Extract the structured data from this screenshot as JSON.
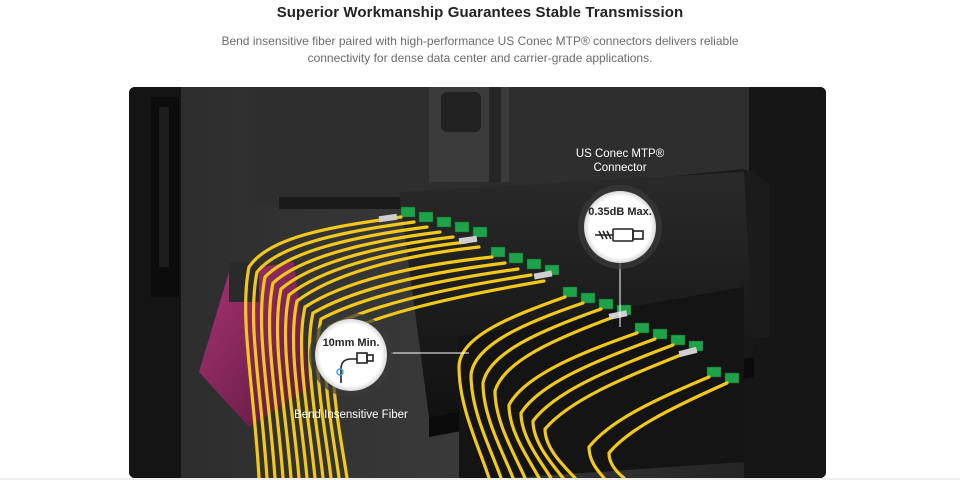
{
  "heading": {
    "title": "Superior Workmanship Guarantees Stable Transmission",
    "subtitle_line1": "Bend insensitive fiber paired with high-performance US Conec MTP® connectors delivers reliable",
    "subtitle_line2": "connectivity for dense data center and carrier-grade applications."
  },
  "callouts": {
    "connector": {
      "label_line1": "US Conec MTP®",
      "label_line2": "Connector",
      "spec": "0.35dB Max."
    },
    "fiber": {
      "label": "Bend Insensitive Fiber",
      "spec": "10mm Min."
    }
  },
  "colors": {
    "fiber_yellow": "#f2c81a",
    "mtp_green": "#1fa34a",
    "rack_black": "#1a1a1a",
    "panel_magenta": "#a0256a"
  },
  "icons": {
    "connector_icon": "mtp-connector-icon",
    "fiber_icon": "bent-fiber-icon"
  }
}
